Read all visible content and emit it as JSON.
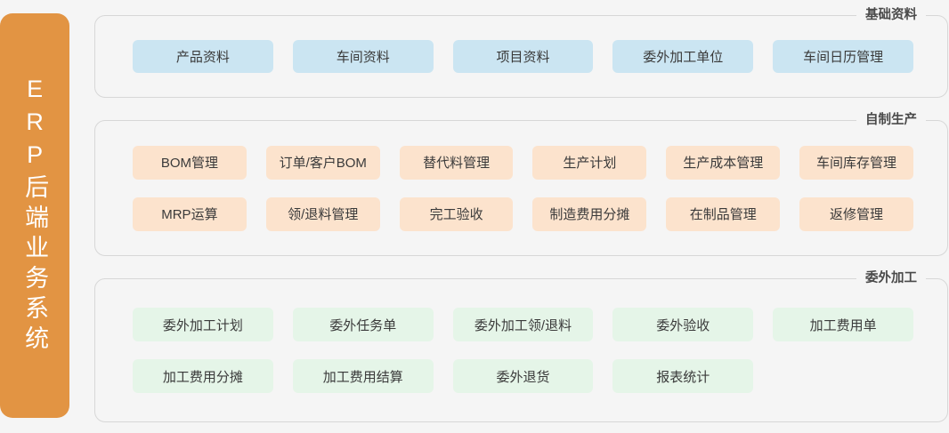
{
  "sidebar": {
    "brand_title": "ERP后端业务系统",
    "background_color": "#e29443",
    "text_color": "#ffffff"
  },
  "page_background": "#f5f5f5",
  "panels": [
    {
      "id": "basic",
      "legend": "基础资料",
      "chip_color": "#cbe5f2",
      "rows": [
        [
          "产品资料",
          "车间资料",
          "项目资料",
          "委外加工单位",
          "车间日历管理"
        ]
      ]
    },
    {
      "id": "production",
      "legend": "自制生产",
      "chip_color": "#fce3cd",
      "rows": [
        [
          "BOM管理",
          "订单/客户BOM",
          "替代料管理",
          "生产计划",
          "生产成本管理",
          "车间库存管理"
        ],
        [
          "MRP运算",
          "领/退料管理",
          "完工验收",
          "制造费用分摊",
          "在制品管理",
          "返修管理"
        ]
      ]
    },
    {
      "id": "outsource",
      "legend": "委外加工",
      "chip_color": "#e5f5e8",
      "rows": [
        [
          "委外加工计划",
          "委外任务单",
          "委外加工领/退料",
          "委外验收",
          "加工费用单"
        ],
        [
          "加工费用分摊",
          "加工费用结算",
          "委外退货",
          "报表统计",
          ""
        ]
      ]
    }
  ]
}
